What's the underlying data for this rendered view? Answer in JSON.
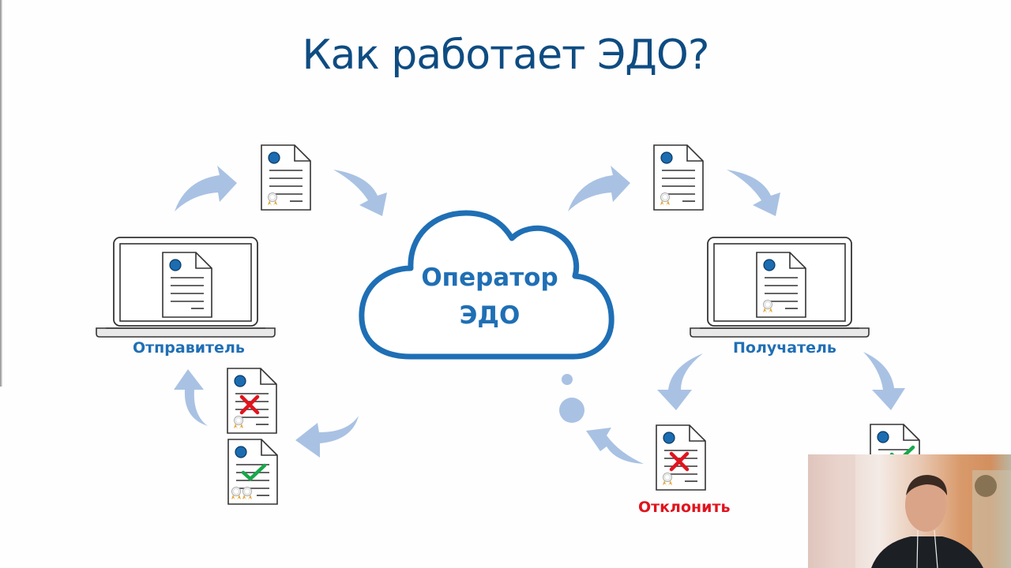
{
  "slide": {
    "title": "Как работает ЭДО?"
  },
  "diagram": {
    "center": {
      "line1": "Оператор",
      "line2": "ЭДО"
    },
    "sender": {
      "label": "Отправитель"
    },
    "receiver": {
      "label": "Получатель"
    },
    "reject": {
      "label": "Отклонить"
    },
    "colors": {
      "title": "#0e4c82",
      "primary_blue": "#1f6fb5",
      "arrow": "#a9c2e3",
      "reject_red": "#e0141e",
      "accept_green": "#18a84a",
      "seal_gold": "#e2a93a"
    },
    "documents": [
      {
        "id": "doc-sent-top-left",
        "state": "signed",
        "seals": 1
      },
      {
        "id": "doc-sent-top-right",
        "state": "signed",
        "seals": 1
      },
      {
        "id": "doc-receiver-screen",
        "state": "signed",
        "seals": 1
      },
      {
        "id": "doc-sender-screen",
        "state": "unsigned",
        "seals": 0
      },
      {
        "id": "doc-rejected-return",
        "state": "rejected",
        "seals": 1
      },
      {
        "id": "doc-accepted-return",
        "state": "accepted",
        "seals": 2
      },
      {
        "id": "doc-reject-option",
        "state": "rejected",
        "seals": 1
      },
      {
        "id": "doc-accept-option",
        "state": "accepted",
        "seals": 2
      }
    ]
  },
  "webcam": {
    "label": "presenter-video"
  }
}
